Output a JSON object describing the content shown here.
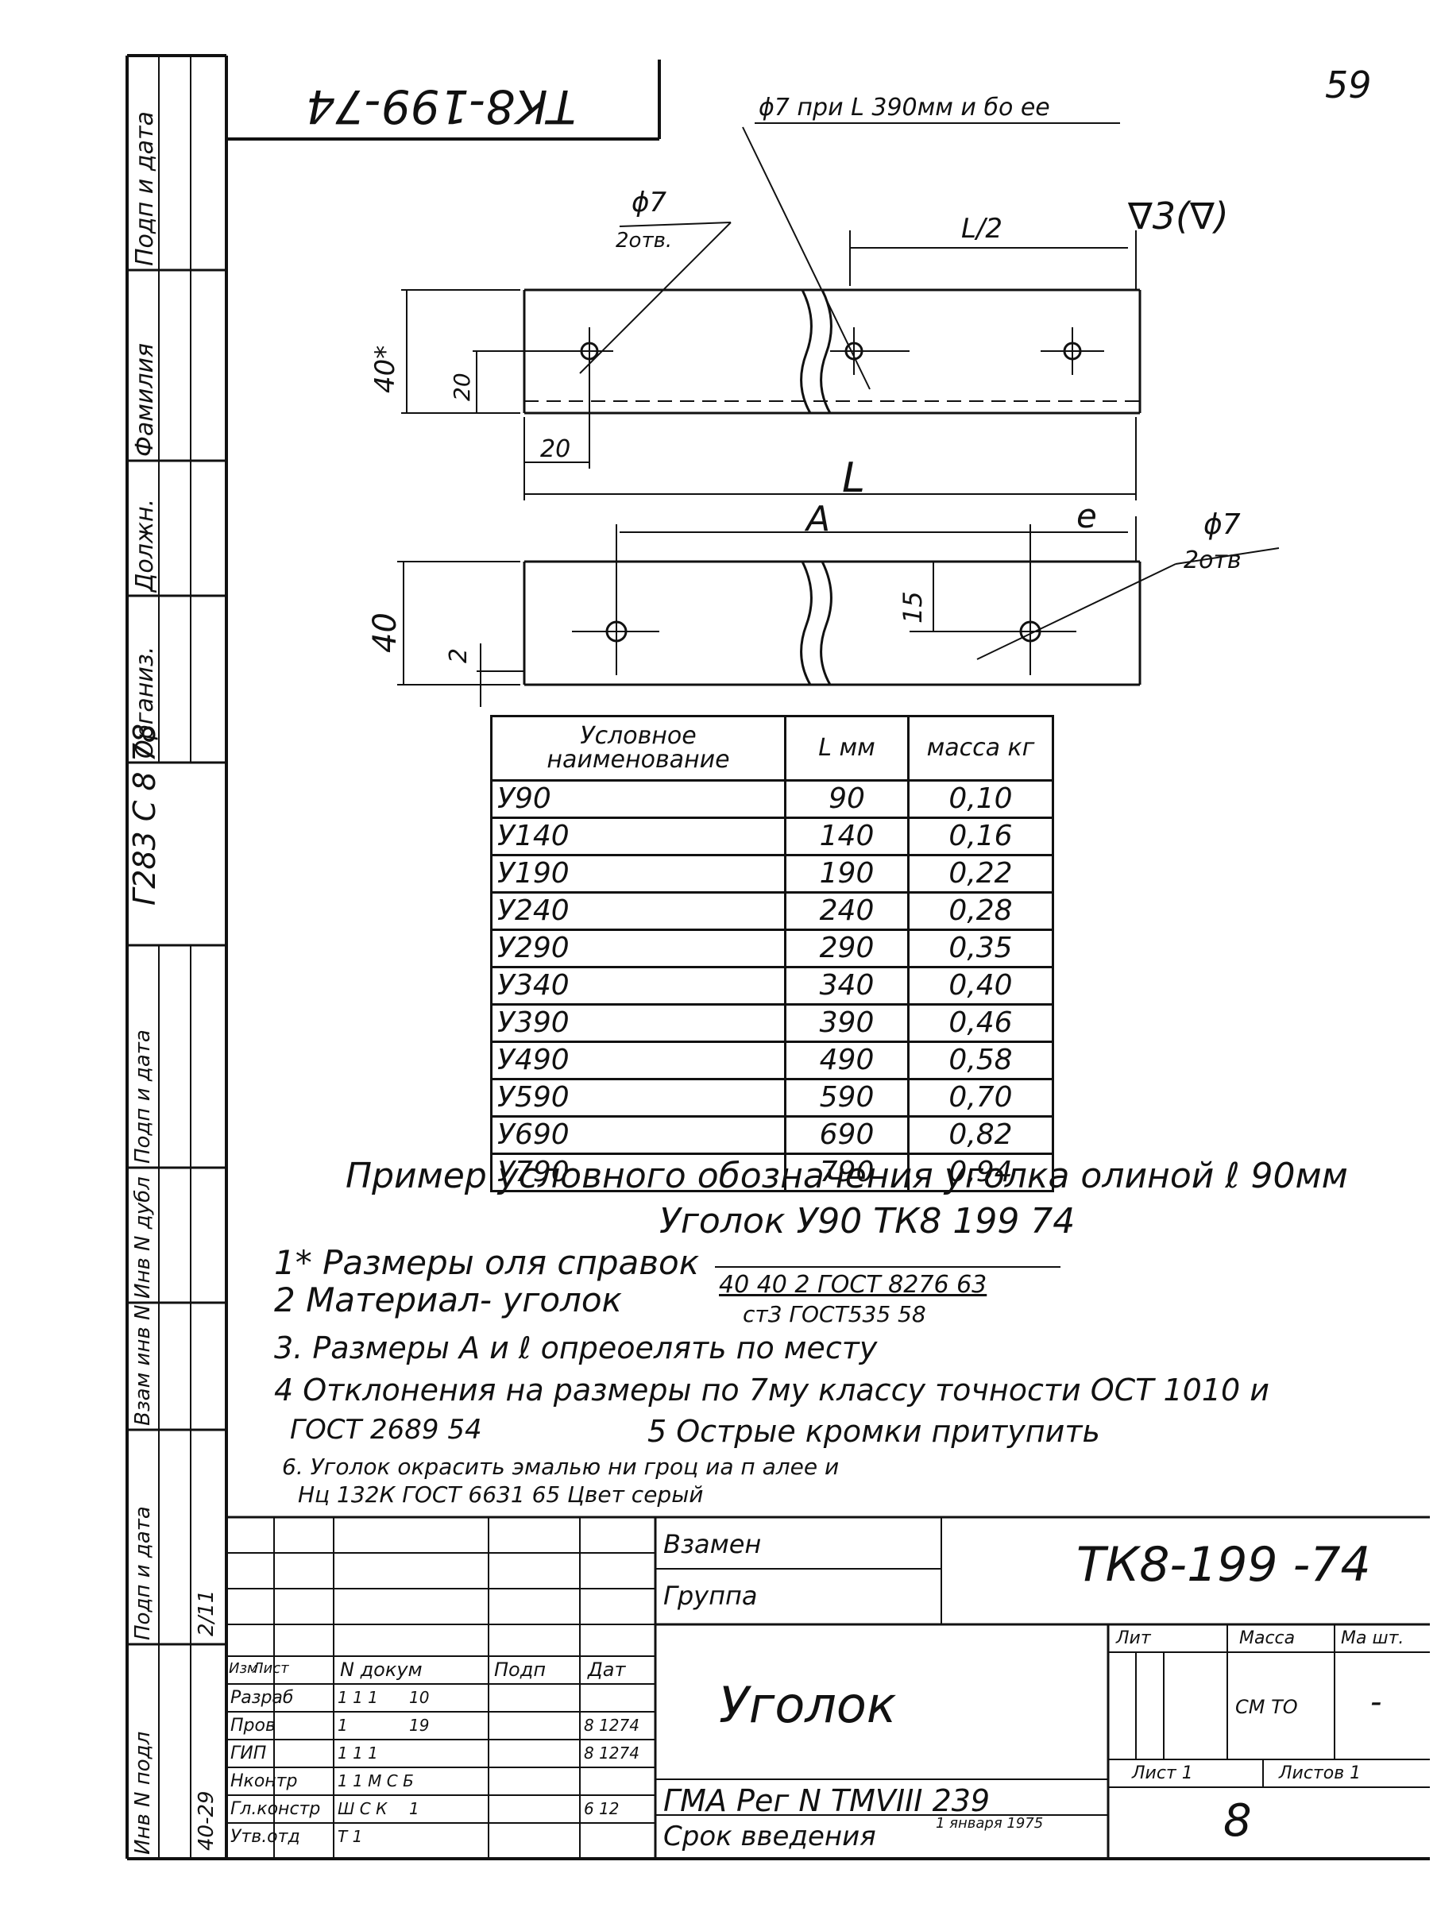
{
  "page_number": "59",
  "doc_code_mirrored": "ТК8-199-74",
  "left_strip": {
    "labels_top": [
      "Подп и дата",
      "Фамилия",
      "Должн.",
      "Организ."
    ],
    "archive_number": "Г283 С 8 78",
    "labels_bottom": [
      "Подп и дата",
      "Инв N дубл",
      "Взам инв N",
      "Подп и дата",
      "Инв N подл"
    ],
    "inv_number": "40-29",
    "sign_date": "2/11"
  },
  "drawing": {
    "finish": "∇3(∇)",
    "top_view": {
      "hole_label_1": "ϕ7",
      "hole_label_1b": "2отв.",
      "hole_label_2": "ϕ7 при L 390мм и бо ее",
      "dim_half_l": "L/2",
      "dim_height": "40*",
      "dim_20_vert": "20",
      "dim_20_horiz": "20",
      "dim_l": "L"
    },
    "bottom_view": {
      "dim_a": "A",
      "dim_e": "e",
      "hole_label": "ϕ7",
      "hole_label_b": "2отв",
      "dim_height": "40",
      "dim_15": "15",
      "dim_2": "2"
    }
  },
  "table": {
    "headers": [
      "Условное наименование",
      "L мм",
      "масса кг"
    ],
    "rows": [
      [
        "У90",
        "90",
        "0,10"
      ],
      [
        "У140",
        "140",
        "0,16"
      ],
      [
        "У190",
        "190",
        "0,22"
      ],
      [
        "У240",
        "240",
        "0,28"
      ],
      [
        "У290",
        "290",
        "0,35"
      ],
      [
        "У340",
        "340",
        "0,40"
      ],
      [
        "У390",
        "390",
        "0,46"
      ],
      [
        "У490",
        "490",
        "0,58"
      ],
      [
        "У590",
        "590",
        "0,70"
      ],
      [
        "У690",
        "690",
        "0,82"
      ],
      [
        "У790",
        "790",
        "0,94"
      ]
    ]
  },
  "notes": {
    "example_line1": "Пример условного обозначения уголка олиной ℓ 90мм",
    "example_line2": "Уголок У90   ТК8 199 74",
    "n1": "1* Размеры оля справок",
    "n2_prefix": "2 Материал- уголок",
    "n2_num": "40 40 2 ГОСТ 8276 63",
    "n2_den": "ст3 ГОСТ535 58",
    "n3": "3. Размеры А и ℓ опреоелять по месту",
    "n4": "4 Отклонения на размеры по 7му классу точности ОСТ 1010 и",
    "n4b": "ГОСТ 2689 54",
    "n5": "5 Острые кромки притупить",
    "n6": "6. Уголок окрасить эмалью ни гроц иа п алее и",
    "n6b": "Нц 132К ГОСТ 6631 65  Цвет серый"
  },
  "title_block": {
    "replaces_label": "Взамен",
    "group_label": "Группа",
    "doc_code": "ТК8-199 -74",
    "title": "Уголок",
    "lit_label": "Лит",
    "mass_label": "Масса",
    "scale_label": "Ма шт.",
    "mass_value": "СМ ТО",
    "scale_value": "-",
    "sheet_label": "Лист 1",
    "sheets_label": "Листов 1",
    "sheet_number": "8",
    "gma_line": "ГМА Рег N ТМVIII 239",
    "intro_line": "Срок введения",
    "intro_value": "1 января 1975",
    "columns_header": [
      "Изм",
      "Лист",
      "N докум",
      "Подп",
      "Дат"
    ],
    "roles": [
      [
        "Разраб",
        "1 1 1",
        "10",
        "",
        ""
      ],
      [
        "Пров",
        "1",
        "19",
        "",
        "8 1274"
      ],
      [
        "ГИП",
        "1 1 1",
        "",
        "",
        "8 1274"
      ],
      [
        "Нконтр",
        "1 1 М С Б",
        "",
        "",
        ""
      ],
      [
        "Гл.констр",
        "Ш С К",
        "1",
        "",
        "6 12"
      ],
      [
        "Утв.отд",
        "Т 1",
        "",
        "",
        ""
      ]
    ]
  }
}
